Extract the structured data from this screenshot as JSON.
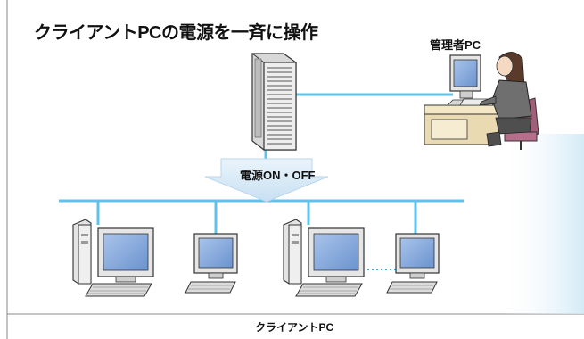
{
  "diagram": {
    "title": "クライアントPCの電源を一斉に操作",
    "admin_label": "管理者PC",
    "power_label": "電源ON・OFF",
    "client_label": "クライアントPC",
    "colors": {
      "network_line": "#5ec3ea",
      "arrow_fill": "#d9ecf8",
      "monitor_screen": "#7fa6dc",
      "frame_border": "#777777"
    },
    "icons": [
      "server-icon",
      "admin-workstation-icon",
      "client-pc-icon",
      "monitor-icon"
    ]
  }
}
